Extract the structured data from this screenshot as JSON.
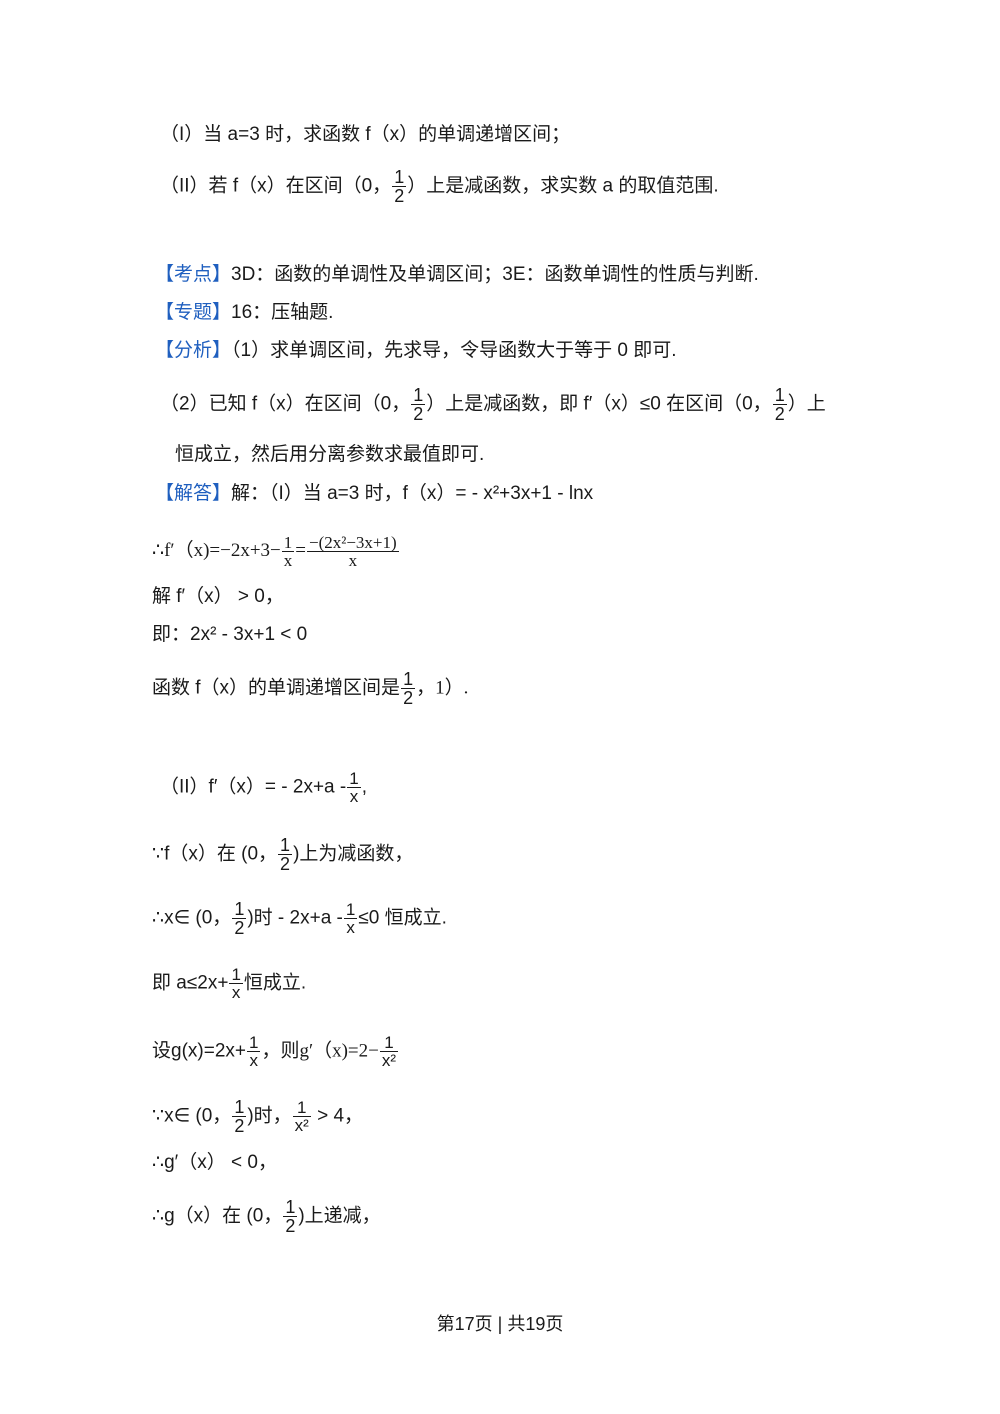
{
  "questions": {
    "q1": "（I）当 a=3 时，求函数 f（x）的单调递增区间；",
    "q2_pre": "（II）若 f（x）在区间（0，",
    "q2_post": "）上是减函数，求实数 a 的取值范围."
  },
  "kaodian": {
    "tag": "【考点】",
    "text": "3D：函数的单调性及单调区间；3E：函数单调性的性质与判断."
  },
  "zhuanti": {
    "tag": "【专题】",
    "text": "16：压轴题."
  },
  "fenxi": {
    "tag": "【分析】",
    "line1": "（1）求单调区间，先求导，令导函数大于等于 0 即可.",
    "line2_a": "（2）已知 f（x）在区间（0，",
    "line2_b": "）上是减函数，即 f′（x）≤0 在区间（0，",
    "line2_c": "）上",
    "line3": "恒成立，然后用分离参数求最值即可."
  },
  "jieda": {
    "tag": "【解答】",
    "text": "解：（I）当 a=3 时，f（x）= - x²+3x+1 - lnx"
  },
  "steps": {
    "s1_pre": "∴f′（x)=−2x+3−",
    "s1_eq": "=",
    "s1_num": "−(2x²−3x+1)",
    "s1_den": "x",
    "s2": "解 f′（x） > 0，",
    "s3": "即：2x² - 3x+1 < 0",
    "s4_pre": "函数 f（x）的单调递增区间是",
    "s4_post": "(    ，  1）.",
    "s5_pre": "（II）f′（x）= - 2x+a -",
    "s5_post": ",",
    "s6_pre": "∵f（x）在 (0，",
    "s6_post": ")上为减函数，",
    "s7_pre": "∴x∈ (0，",
    "s7_mid": ")时 - 2x+a -",
    "s7_post": "≤0 恒成立.",
    "s8_pre": "即 a≤2x+",
    "s8_post": "恒成立.",
    "s9_pre": "设g(x)=2x+",
    "s9_mid": "，则g′（x)=2−",
    "s10_pre": "∵x∈ (0，",
    "s10_mid": ")时，",
    "s10_post": " > 4，",
    "s11": "∴g′（x） < 0，",
    "s12_pre": "∴g（x）在 (0，",
    "s12_post": ")上递减，"
  },
  "frac": {
    "one": "1",
    "two": "2",
    "x": "x",
    "x2": "x²"
  },
  "footer": "第17页 | 共19页"
}
